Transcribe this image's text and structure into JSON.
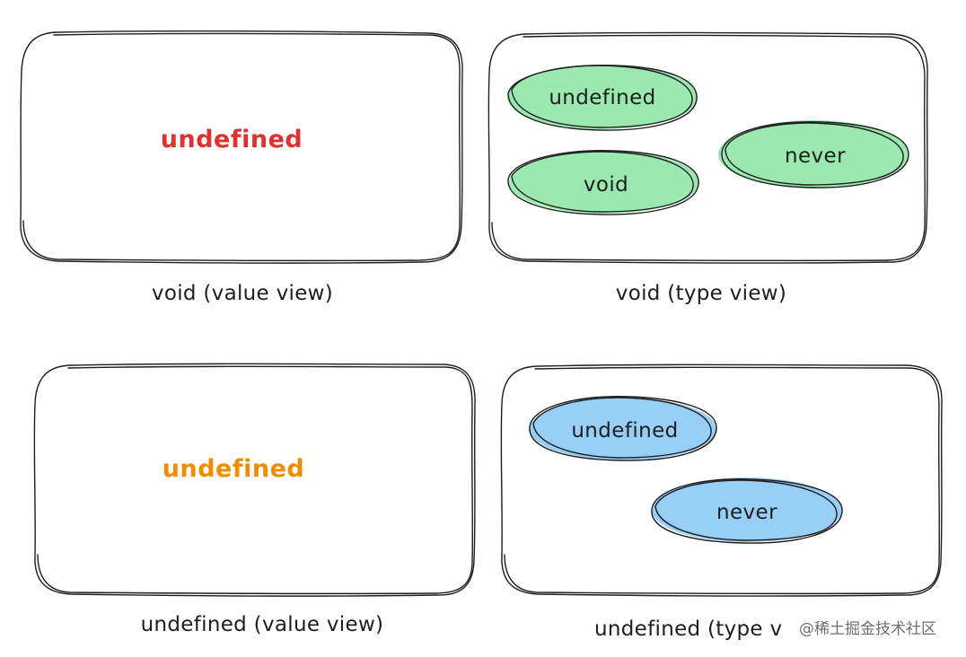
{
  "panels": {
    "void_value": {
      "label": "void (value view)",
      "value_text": "undefined",
      "value_color": "#e03131"
    },
    "void_type": {
      "label": "void (type view)",
      "members": [
        "undefined",
        "void",
        "never"
      ],
      "fill_color": "#9be8b0"
    },
    "undefined_value": {
      "label": "undefined (value view)",
      "value_text": "undefined",
      "value_color": "#f08c00"
    },
    "undefined_type": {
      "label": "undefined (type v",
      "members": [
        "undefined",
        "never"
      ],
      "fill_color": "#98cff9"
    }
  },
  "watermark": {
    "text": "@稀土掘金技术社区"
  }
}
